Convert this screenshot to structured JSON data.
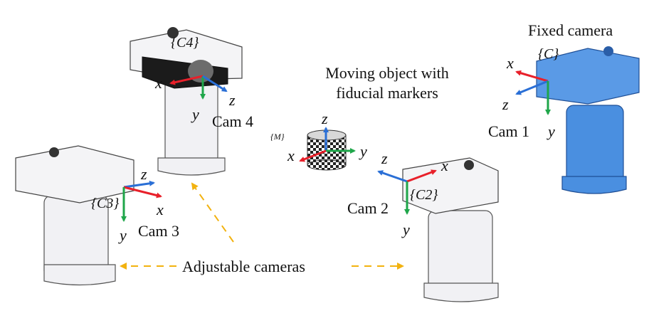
{
  "labels": {
    "fixed_camera": "Fixed camera",
    "moving_object_line1": "Moving object with",
    "moving_object_line2": "fiducial markers",
    "adjustable_cameras": "Adjustable cameras",
    "cam1": "Cam 1",
    "cam2": "Cam 2",
    "cam3": "Cam 3",
    "cam4": "Cam 4"
  },
  "frames": {
    "C": "{C}",
    "C2": "{C2}",
    "C3": "{C3}",
    "C4": "{C4}",
    "M": "{M}"
  },
  "axes": {
    "x": "x",
    "y": "y",
    "z": "z"
  },
  "colors": {
    "x_axis": "#e8202a",
    "y_axis": "#1fa64a",
    "z_axis": "#2a6fd6",
    "fixed_camera_body": "#4a8fe0",
    "adjustable_camera_body": "#f1f1f4",
    "arrow_dashed": "#f2b20f"
  }
}
